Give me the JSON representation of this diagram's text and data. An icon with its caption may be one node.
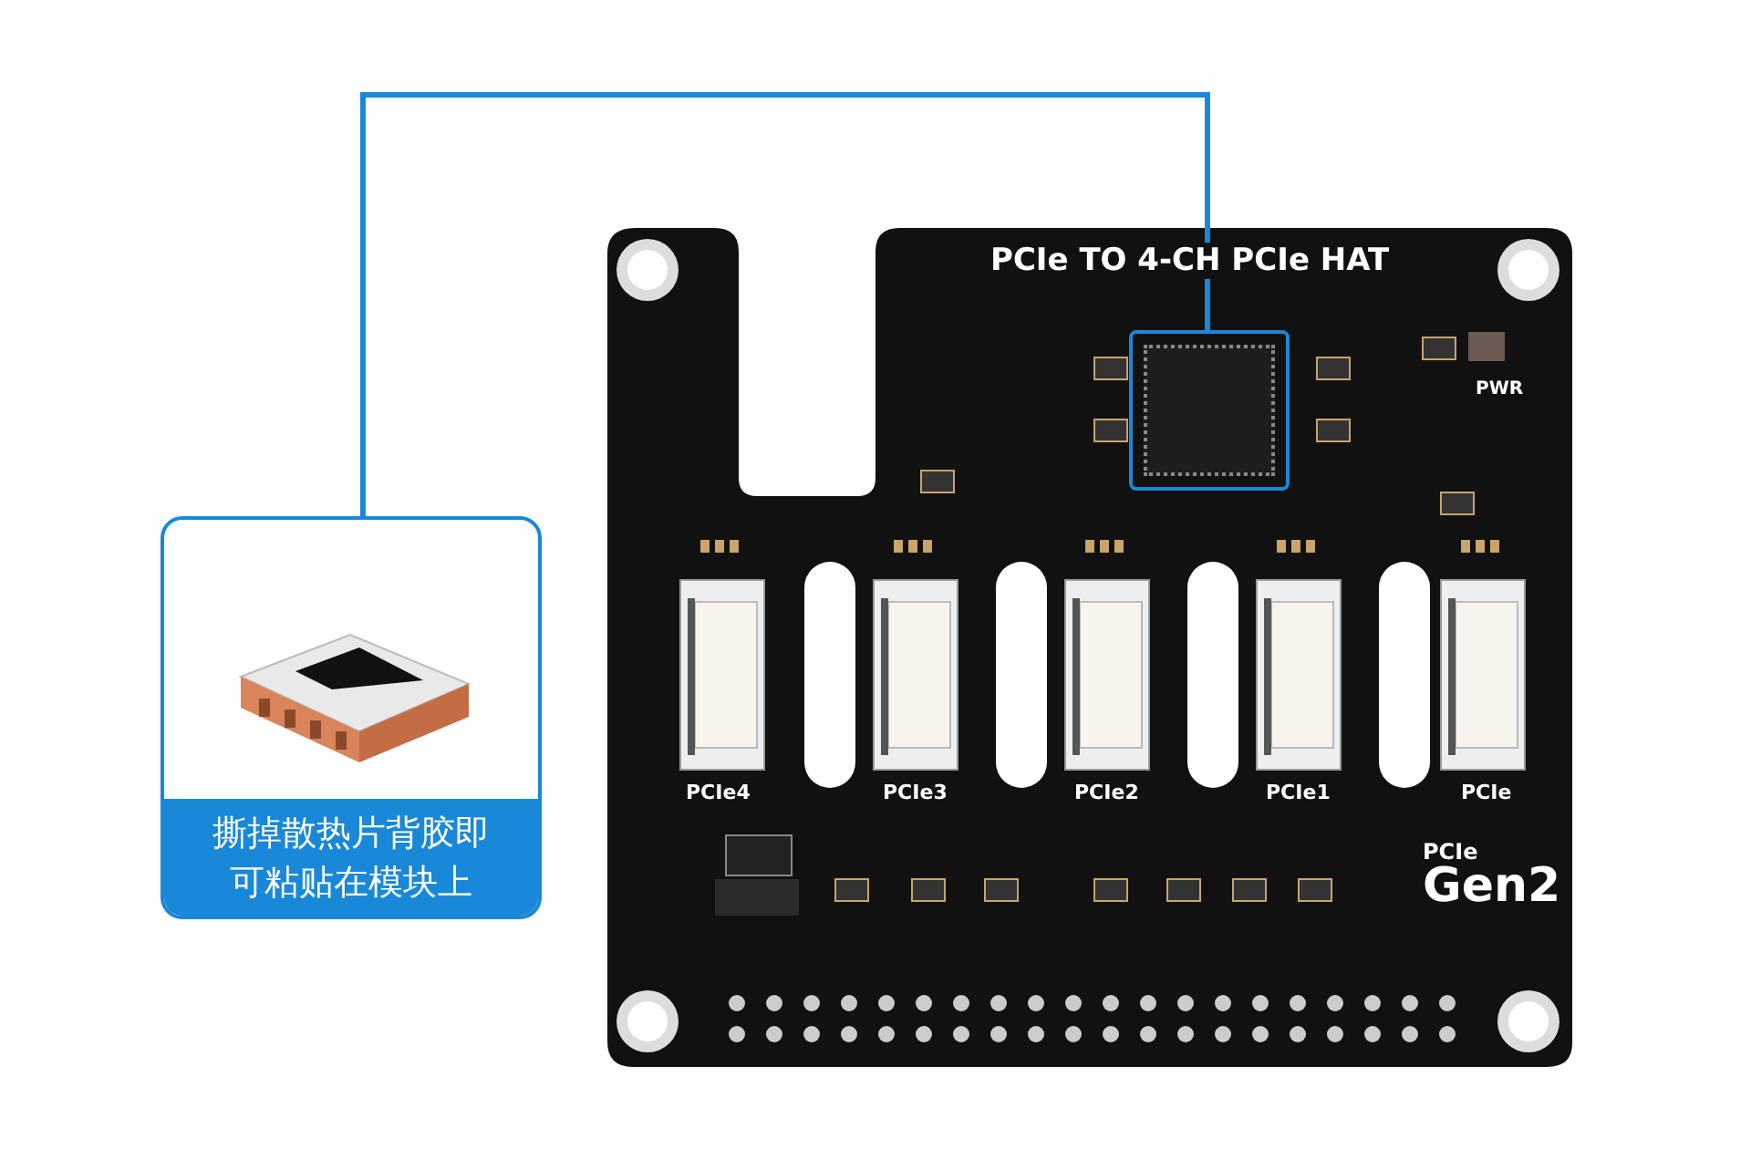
{
  "diagram": {
    "nodes": [
      {
        "text": [
          "撕掉散热片背胶即可粘贴在模块上"
        ]
      },
      {
        "text": [],
        "shape": "box"
      }
    ],
    "edges": [
      {
        "from": 0,
        "to": 1,
        "arrow": "none"
      }
    ],
    "labels": [
      "PCIe TO 4-CH PCIe HAT",
      "PWR",
      "PCIe4",
      "PCIe3",
      "PCIe2",
      "PCIe1",
      "PCIe",
      "PCIe",
      "Gen2"
    ]
  }
}
